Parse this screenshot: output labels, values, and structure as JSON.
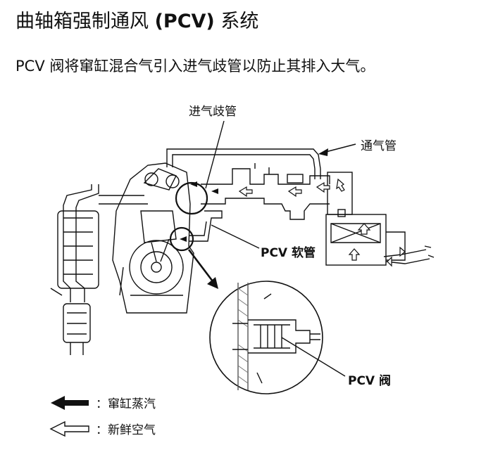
{
  "title": {
    "pre": "曲轴箱强制通风 ",
    "bold": "(PCV)",
    "post": " 系统"
  },
  "subtitle": "PCV 阀将窜缸混合气引入进气歧管以防止其排入大气。",
  "labels": {
    "intake_manifold": "进气歧管",
    "breather_pipe": "通气管",
    "pcv_hose": "PCV 软管",
    "pcv_valve": "PCV 阀"
  },
  "legend": [
    {
      "label": "：窜缸蒸汽",
      "arrow": "solid-left-arrow"
    },
    {
      "label": "：新鲜空气",
      "arrow": "outline-left-arrow"
    }
  ]
}
